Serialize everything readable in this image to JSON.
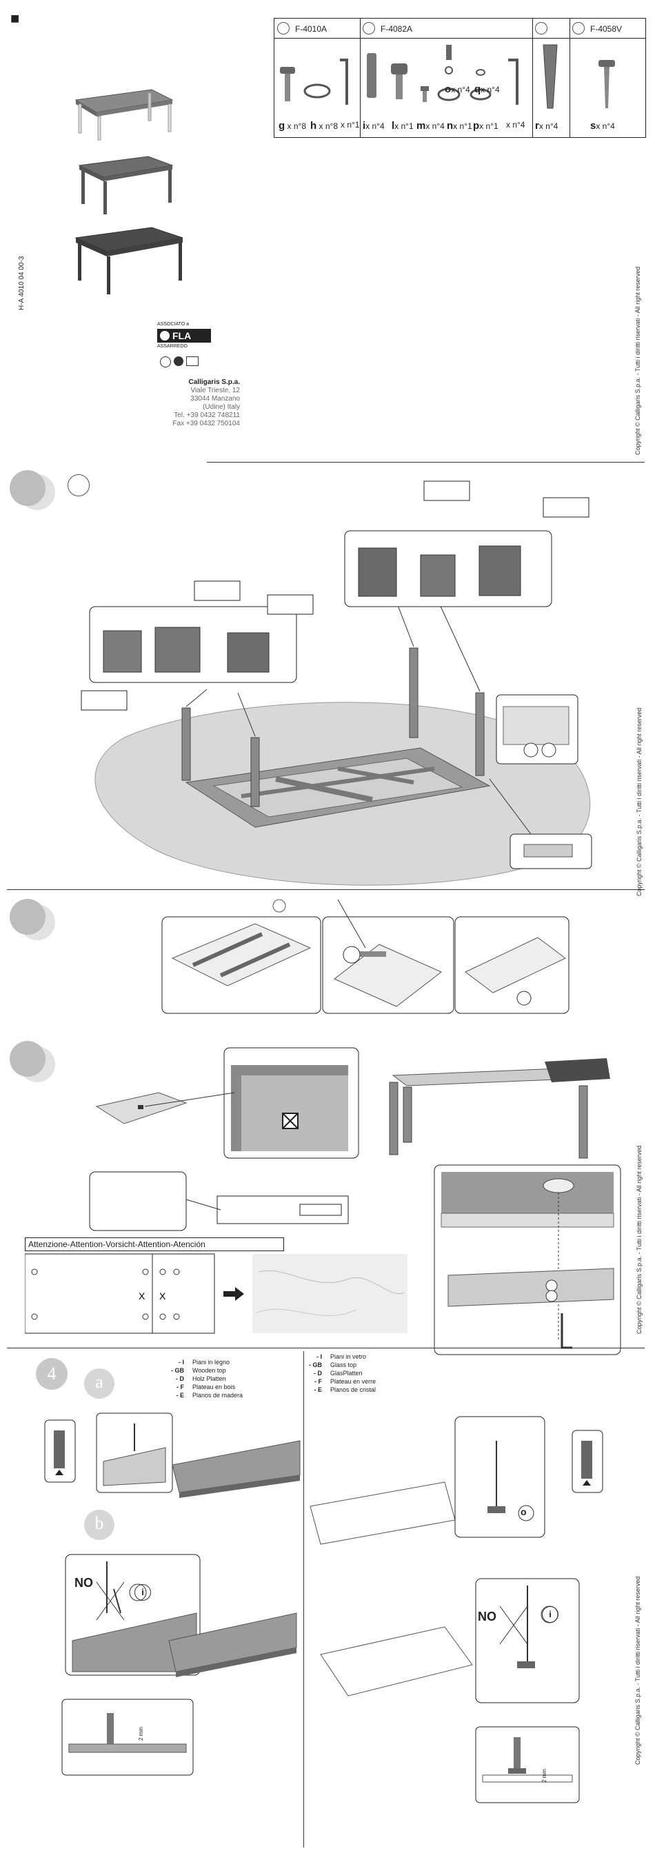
{
  "header": {
    "marker": "■",
    "doc_code": "H-A 4010 04 00-3"
  },
  "parts": [
    {
      "code": "F-4010A",
      "items": [
        {
          "letter": "g",
          "qty": "x n°8"
        },
        {
          "letter": "h",
          "qty": "x n°8"
        },
        {
          "letter": "",
          "qty": "x n°1"
        }
      ]
    },
    {
      "code": "F-4082A",
      "items": [
        {
          "letter": "i",
          "qty": "x n°4"
        },
        {
          "letter": "l",
          "qty": "x n°1"
        },
        {
          "letter": "m",
          "qty": "x n°4"
        },
        {
          "letter": "n",
          "qty": "x n°1"
        },
        {
          "letter": "o",
          "qty": "x n°4"
        },
        {
          "letter": "p",
          "qty": "x n°1"
        },
        {
          "letter": "q",
          "qty": "x n°4"
        },
        {
          "letter": "",
          "qty": "x n°4"
        }
      ]
    },
    {
      "code": "",
      "items": [
        {
          "letter": "r",
          "qty": "x n°4"
        }
      ]
    },
    {
      "code": "F-4058V",
      "items": [
        {
          "letter": "s",
          "qty": "x n°4"
        }
      ]
    }
  ],
  "company": {
    "associate": "ASSOCIATO a",
    "fla_logo": "FLA",
    "fla_sub": "ASSARREDO",
    "name": "Calligaris S.p.a.",
    "address1": "Viale Trieste, 12",
    "address2": "33044 Manzano",
    "address3": "(Udine) Italy",
    "tel": "Tel. +39 0432 748211",
    "fax": "Fax +39 0432 750104"
  },
  "copyright": "Copyright © Calligaris S.p.a. - Tutti i diritti riservati - All right reserved",
  "attention": "Attenzione-Attention-Vorsicht-Attention-Atención",
  "step4": {
    "number": "4",
    "a": "a",
    "b": "b",
    "no_label": "NO",
    "i_label": "i",
    "o_label": "o",
    "mm_label": "2 mm",
    "wood_legend": [
      {
        "k": "- I",
        "v": "Piani in legno"
      },
      {
        "k": "- GB",
        "v": "Wooden top"
      },
      {
        "k": "- D",
        "v": "Holz Platten"
      },
      {
        "k": "- F",
        "v": "Plateau en bois"
      },
      {
        "k": "- E",
        "v": "Planos de madera"
      }
    ],
    "glass_legend": [
      {
        "k": "- I",
        "v": "Piani in vetro"
      },
      {
        "k": "- GB",
        "v": "Glass top"
      },
      {
        "k": "- D",
        "v": "GlasPlatten"
      },
      {
        "k": "- F",
        "v": "Plateau en verre"
      },
      {
        "k": "- E",
        "v": "Planos de cristal"
      }
    ]
  },
  "colors": {
    "dark_grey": "#555555",
    "mid_grey": "#8a8a8a",
    "light_grey": "#bdbdbd",
    "floor": "#d8d8d8"
  }
}
